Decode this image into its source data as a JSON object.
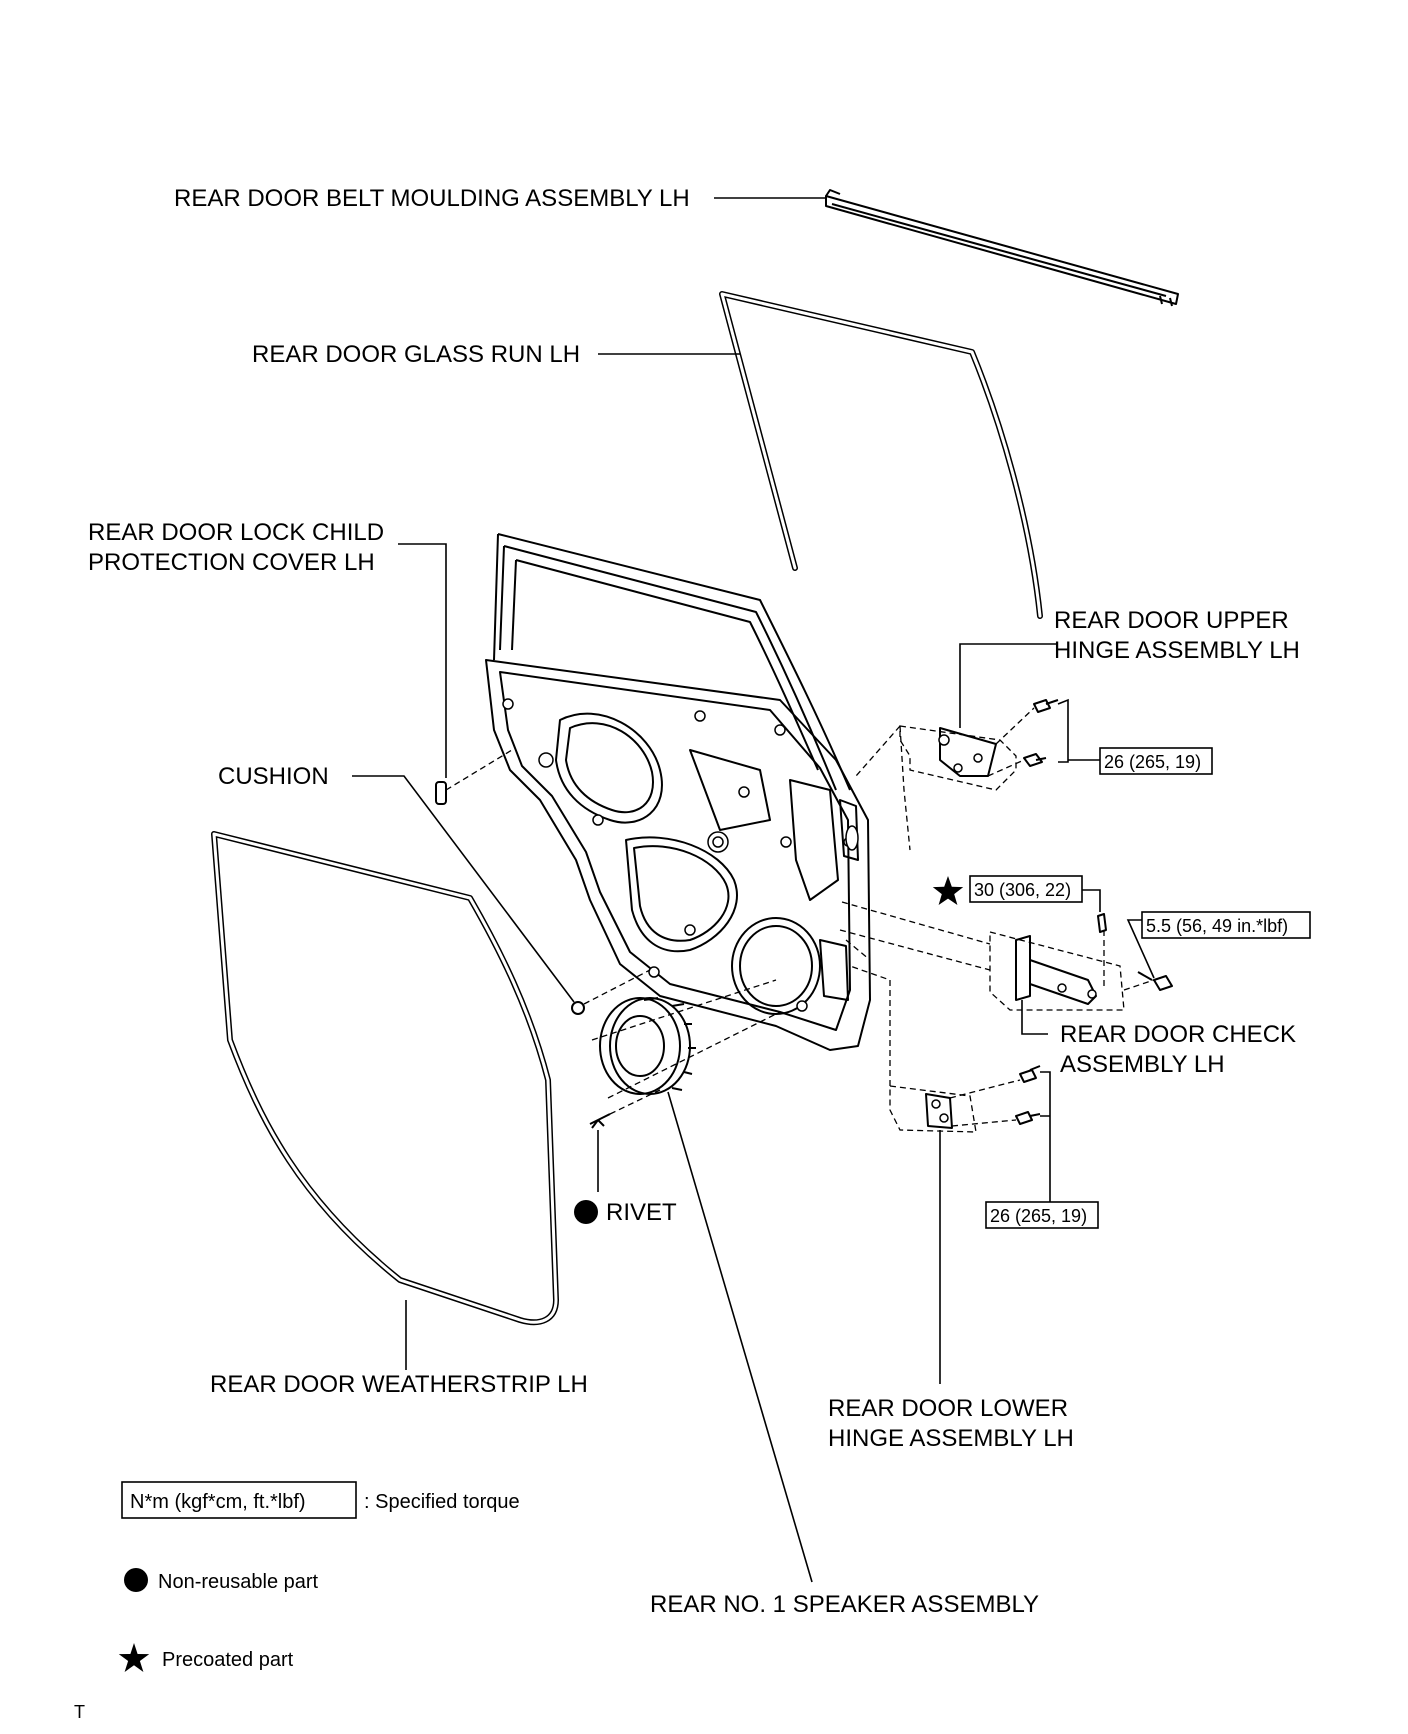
{
  "labels": {
    "belt_moulding": "REAR DOOR BELT MOULDING ASSEMBLY LH",
    "glass_run": "REAR DOOR GLASS RUN LH",
    "child_cover_line1": "REAR DOOR LOCK CHILD",
    "child_cover_line2": "PROTECTION COVER LH",
    "upper_hinge_line1": "REAR DOOR UPPER",
    "upper_hinge_line2": "HINGE ASSEMBLY LH",
    "cushion": "CUSHION",
    "check_line1": "REAR DOOR CHECK",
    "check_line2": "ASSEMBLY LH",
    "rivet": "RIVET",
    "weatherstrip": "REAR DOOR WEATHERSTRIP LH",
    "lower_hinge_line1": "REAR DOOR LOWER",
    "lower_hinge_line2": "HINGE ASSEMBLY LH",
    "speaker": "REAR NO. 1 SPEAKER ASSEMBLY"
  },
  "torques": {
    "upper_hinge": "26 (265, 19)",
    "check_upper": "30 (306, 22)",
    "check_lower": "5.5 (56, 49 in.*lbf)",
    "lower_hinge": "26 (265, 19)"
  },
  "legend": {
    "torque_unit": "N*m (kgf*cm, ft.*lbf)",
    "torque_desc": ": Specified torque",
    "non_reusable": "Non-reusable part",
    "precoated": "Precoated part"
  },
  "footer_code": "T"
}
